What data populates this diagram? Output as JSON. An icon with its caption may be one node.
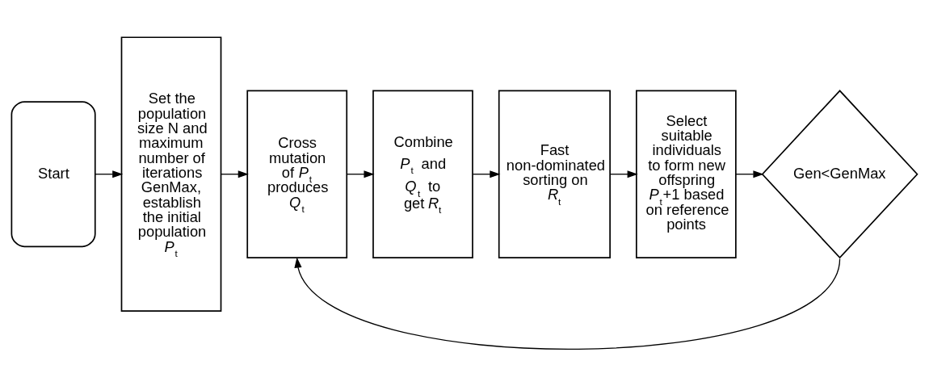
{
  "diagram": {
    "nodes": [
      {
        "text": [
          "Start"
        ]
      },
      {
        "text": [
          "Set the population size N and maximum number of iterations GenMax, establish the initial population *P*$_{t}$"
        ]
      },
      {
        "text": [
          "Cross mutation of *P*$_{t}$ produces *Q*$_{t}$"
        ]
      },
      {
        "text": [
          "Combine *P*$_{t}$ and *Q*$_{t}$ to get *R*$_{t}$"
        ]
      },
      {
        "text": [
          "Fast non-dominated sorting on *R*$_{t}$"
        ]
      },
      {
        "text": [
          "Select suitable individuals to form new offspring *P*$_{t}$+1 based on reference points"
        ]
      },
      {
        "text": [
          "Gen<GenMax"
        ]
      }
    ],
    "edges": [
      {
        "from": 0,
        "to": 1,
        "arrow": "to"
      },
      {
        "from": 1,
        "to": 2,
        "arrow": "to"
      },
      {
        "from": 2,
        "to": 3,
        "arrow": "to"
      },
      {
        "from": 3,
        "to": 4,
        "arrow": "to"
      },
      {
        "from": 4,
        "to": 5,
        "arrow": "to"
      },
      {
        "from": 5,
        "to": 6,
        "arrow": "to"
      },
      {
        "from": 6,
        "to": 2,
        "arrow": "to"
      }
    ]
  }
}
